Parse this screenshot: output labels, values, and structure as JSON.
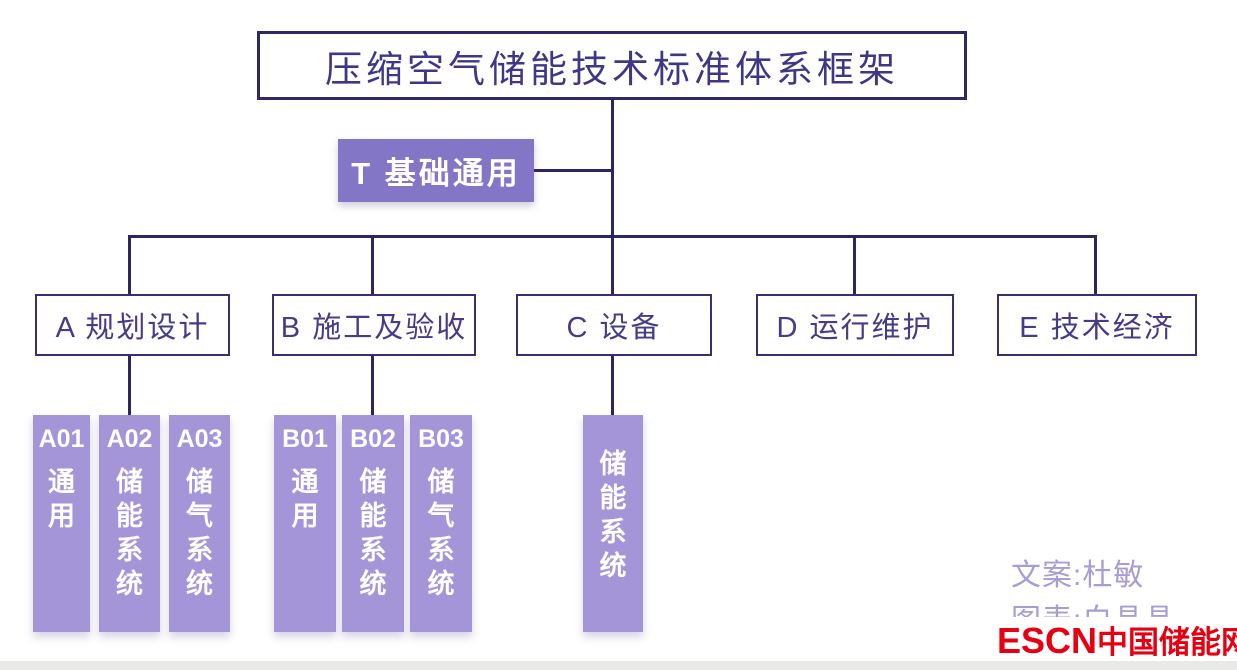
{
  "title": "压缩空气储能技术标准体系框架",
  "base_node": {
    "label": "T 基础通用"
  },
  "branches": [
    {
      "label": "A 规划设计",
      "children": [
        {
          "code": "A01",
          "name": "通用"
        },
        {
          "code": "A02",
          "name": "储能系统"
        },
        {
          "code": "A03",
          "name": "储气系统"
        }
      ]
    },
    {
      "label": "B 施工及验收",
      "children": [
        {
          "code": "B01",
          "name": "通用"
        },
        {
          "code": "B02",
          "name": "储能系统"
        },
        {
          "code": "B03",
          "name": "储气系统"
        }
      ]
    },
    {
      "label": "C 设备",
      "children": [
        {
          "code": "",
          "name": "储能系统"
        }
      ]
    },
    {
      "label": "D 运行维护",
      "children": []
    },
    {
      "label": "E 技术经济",
      "children": []
    }
  ],
  "credits": {
    "writer": "文案:杜敏",
    "chart": "图表:白晶晶"
  },
  "logo": {
    "latin": "ESCN",
    "chinese": "中国储能网"
  },
  "colors": {
    "connector_line": "#2b2563",
    "node_border": "#2e2867",
    "node_text": "#3f3687",
    "base_node_fill": "#8476c7",
    "child_node_fill": "#a495d9",
    "child_node_text": "#ffffff",
    "credit_text": "#a79dd4",
    "logo_red": "#e60012",
    "bottom_bar": "#e9e9e7"
  }
}
